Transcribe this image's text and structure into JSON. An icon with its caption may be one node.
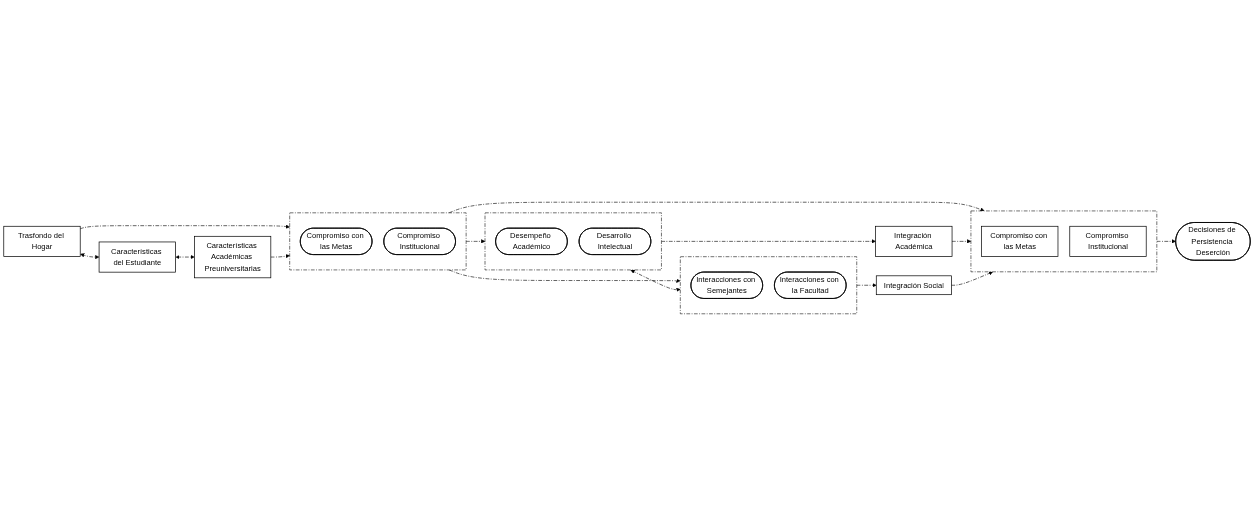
{
  "diagram": {
    "nodes": [
      {
        "text": [
          "Trasfondo del Hogar"
        ]
      },
      {
        "text": [
          "Características del Estudiante"
        ]
      },
      {
        "text": [
          "Características Académicas Preuniversitarias"
        ]
      },
      {
        "text": [],
        "shape": "box"
      },
      {
        "text": [
          "Compromiso con las Metas"
        ],
        "in": 3
      },
      {
        "text": [
          "Compromiso Institucional"
        ],
        "in": 3
      },
      {
        "text": [],
        "shape": "box"
      },
      {
        "text": [
          "Desempeño Académico"
        ],
        "in": 6
      },
      {
        "text": [
          "Desarrollo Intelectual"
        ],
        "in": 6
      },
      {
        "text": [
          "Integración Académica"
        ]
      },
      {
        "text": [],
        "shape": "box"
      },
      {
        "text": [
          "Interacciones con Semejantes"
        ],
        "in": 10
      },
      {
        "text": [
          "Interacciones con la Facultad"
        ],
        "in": 10
      },
      {
        "text": [
          "Integración Social"
        ]
      },
      {
        "text": [],
        "shape": "box"
      },
      {
        "text": [
          "Compromiso con las Metas"
        ],
        "in": 14
      },
      {
        "text": [
          "Compromiso Institucional"
        ],
        "in": 14
      },
      {
        "text": [
          "Decisiones de Persistencia Deserción"
        ]
      }
    ],
    "edges": [
      {
        "from": 0,
        "to": 3,
        "arrow": "to",
        "style": "dashed"
      },
      {
        "from": 0,
        "to": 1,
        "arrow": "both",
        "style": "dashed"
      },
      {
        "from": 1,
        "to": 2,
        "arrow": "both",
        "style": "dashed"
      },
      {
        "from": 2,
        "to": 3,
        "arrow": "to",
        "style": "dashed"
      },
      {
        "from": 3,
        "to": 6,
        "arrow": "to",
        "style": "dashed"
      },
      {
        "from": 3,
        "to": 10,
        "arrow": "to",
        "style": "dashed"
      },
      {
        "from": 6,
        "to": 10,
        "arrow": "both",
        "style": "dashed"
      },
      {
        "from": 3,
        "to": 14,
        "arrow": "to",
        "style": "dashed"
      },
      {
        "from": 6,
        "to": 9,
        "arrow": "to",
        "style": "dashed"
      },
      {
        "from": 10,
        "to": 13,
        "arrow": "to",
        "style": "dashed"
      },
      {
        "from": 9,
        "to": 14,
        "arrow": "to",
        "style": "dashed"
      },
      {
        "from": 13,
        "to": 14,
        "arrow": "to",
        "style": "dashed"
      },
      {
        "from": 14,
        "to": 17,
        "arrow": "to",
        "style": "dashed"
      }
    ]
  }
}
